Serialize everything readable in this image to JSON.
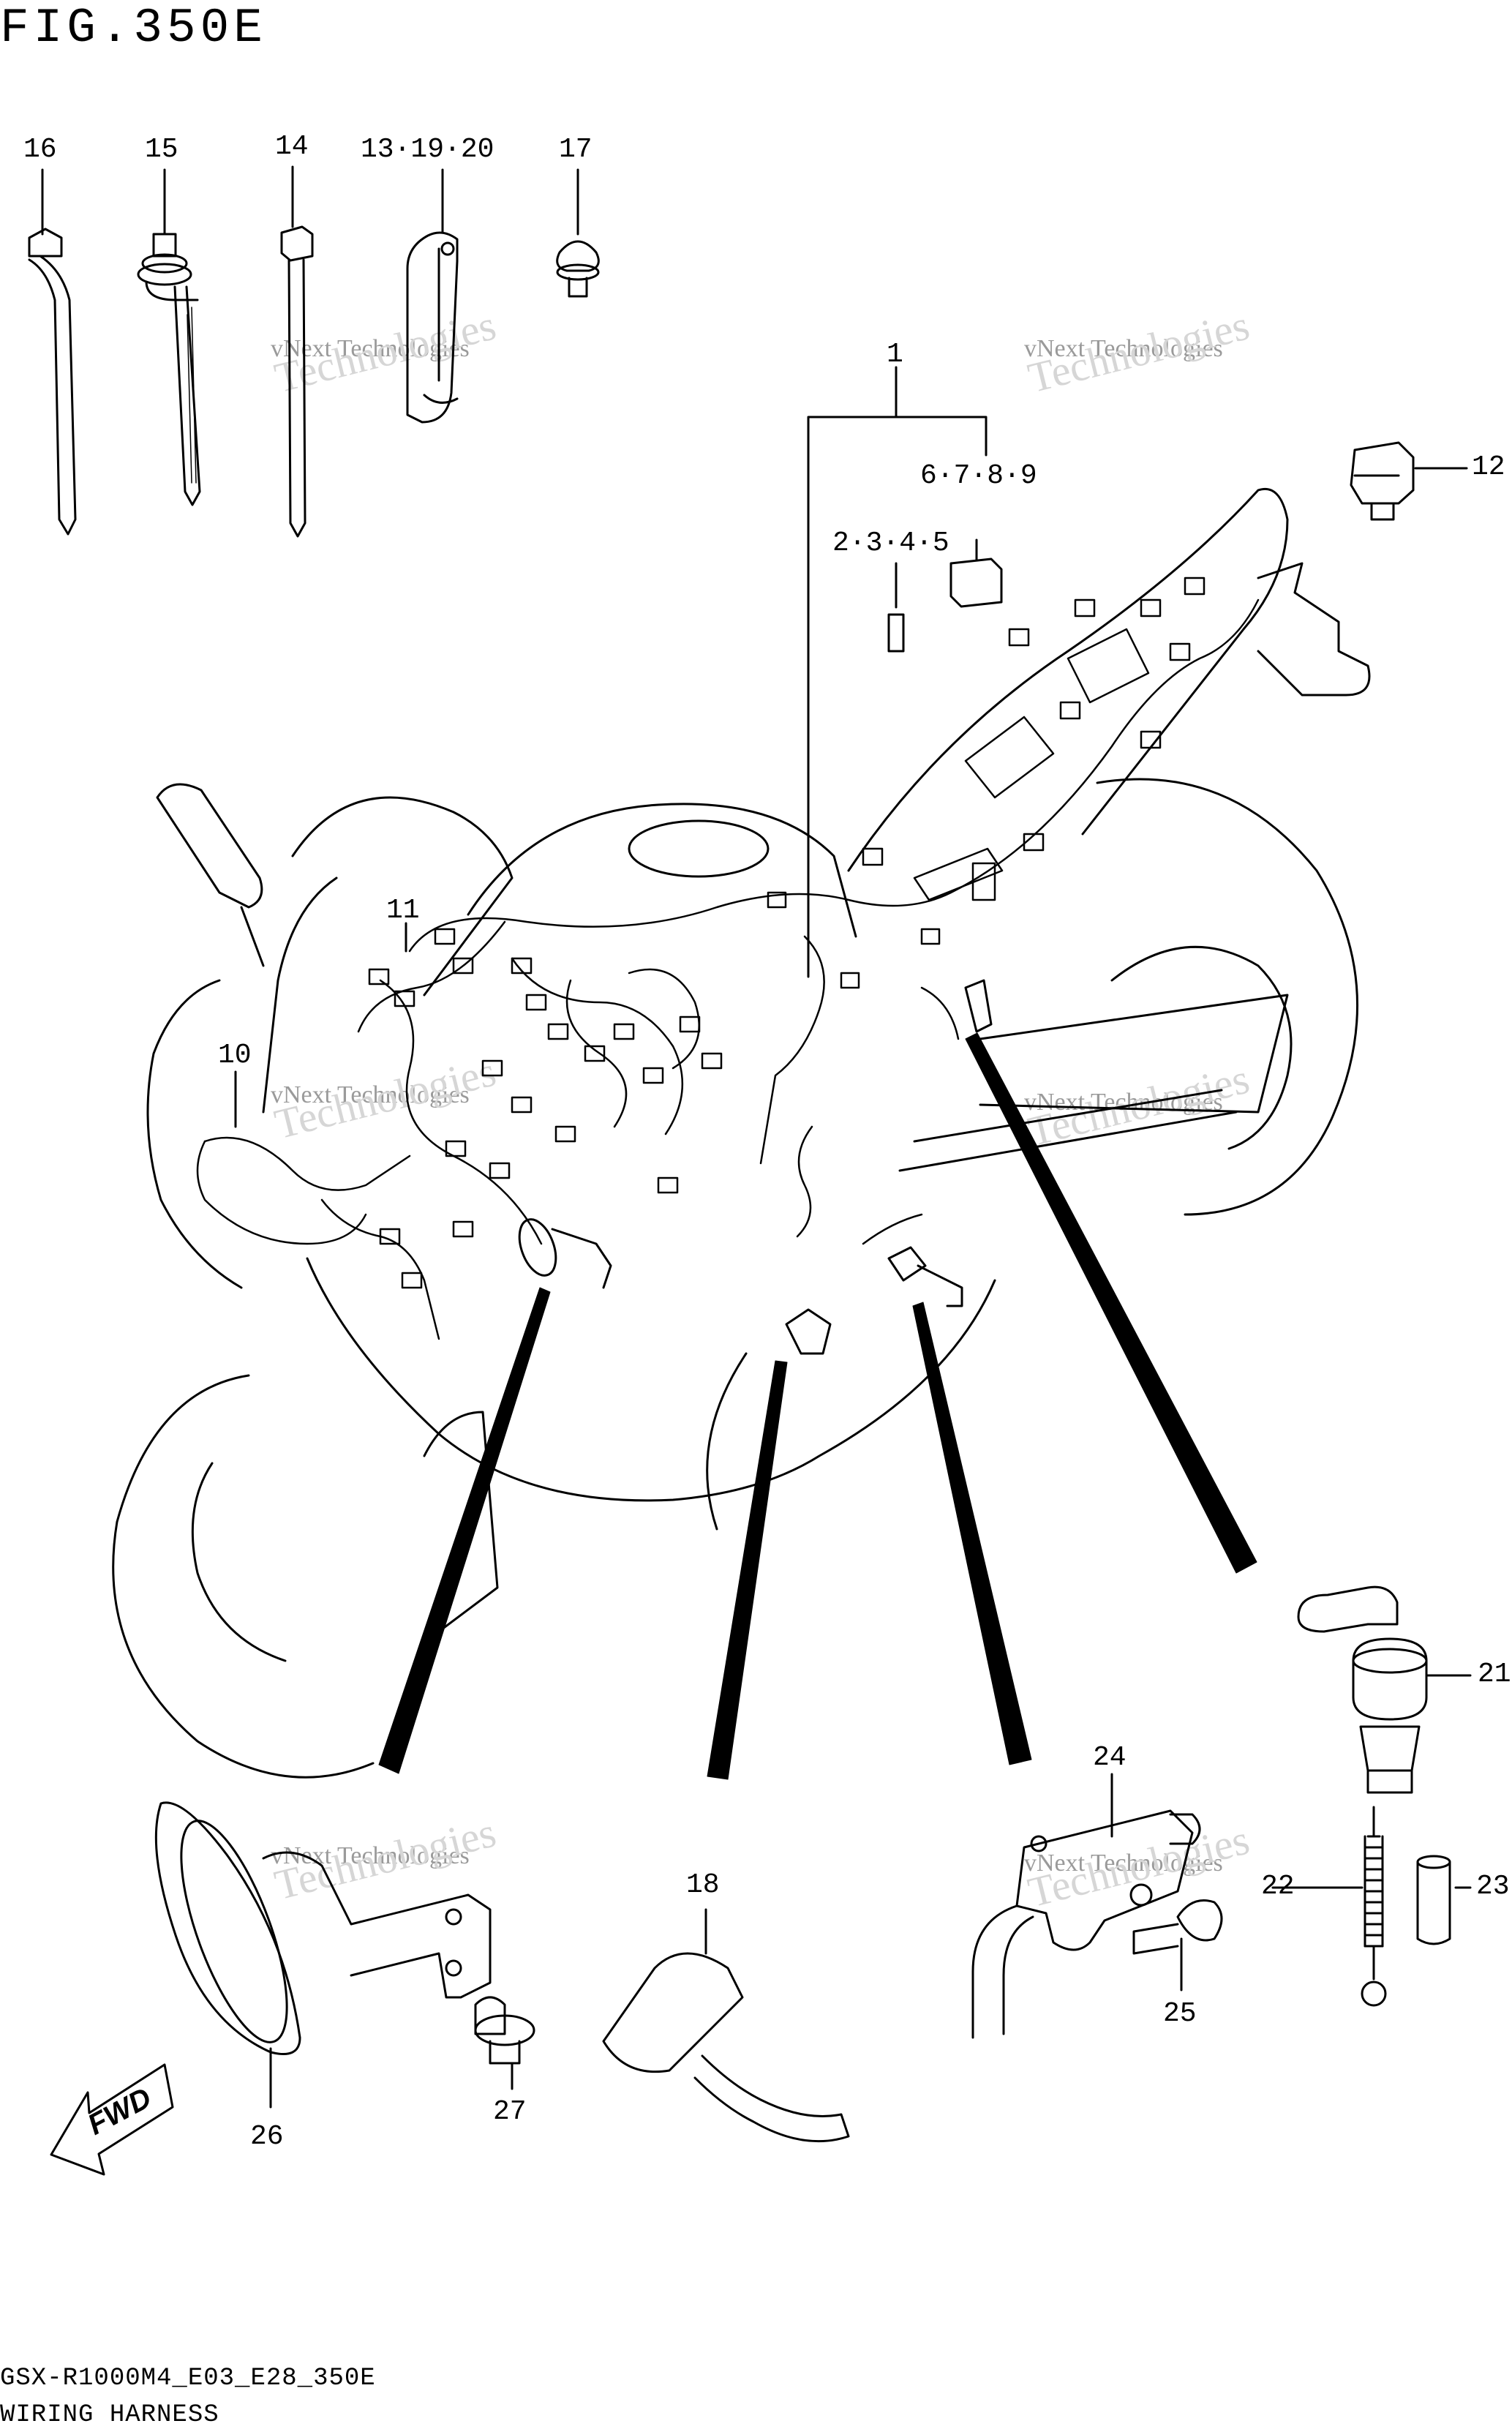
{
  "figure": {
    "title": "FIG.350E"
  },
  "footer": {
    "model": "GSX-R1000M4_E03_E28_350E",
    "caption": "WIRING HARNESS"
  },
  "watermark": {
    "line1": "vNext Technologies",
    "line2": "Technologies"
  },
  "callouts": [
    {
      "id": "c16",
      "label": "16"
    },
    {
      "id": "c15",
      "label": "15"
    },
    {
      "id": "c14",
      "label": "14"
    },
    {
      "id": "c13",
      "label": "13·19·20"
    },
    {
      "id": "c17",
      "label": "17"
    },
    {
      "id": "c1",
      "label": "1"
    },
    {
      "id": "c6789",
      "label": "6·7·8·9"
    },
    {
      "id": "c2345",
      "label": "2·3·4·5"
    },
    {
      "id": "c12",
      "label": "12"
    },
    {
      "id": "c11",
      "label": "11"
    },
    {
      "id": "c10",
      "label": "10"
    },
    {
      "id": "c21",
      "label": "21"
    },
    {
      "id": "c22",
      "label": "22"
    },
    {
      "id": "c23",
      "label": "23"
    },
    {
      "id": "c24",
      "label": "24"
    },
    {
      "id": "c25",
      "label": "25"
    },
    {
      "id": "c18",
      "label": "18"
    },
    {
      "id": "c26",
      "label": "26"
    },
    {
      "id": "c27",
      "label": "27"
    }
  ],
  "fwd_label": "FWD"
}
